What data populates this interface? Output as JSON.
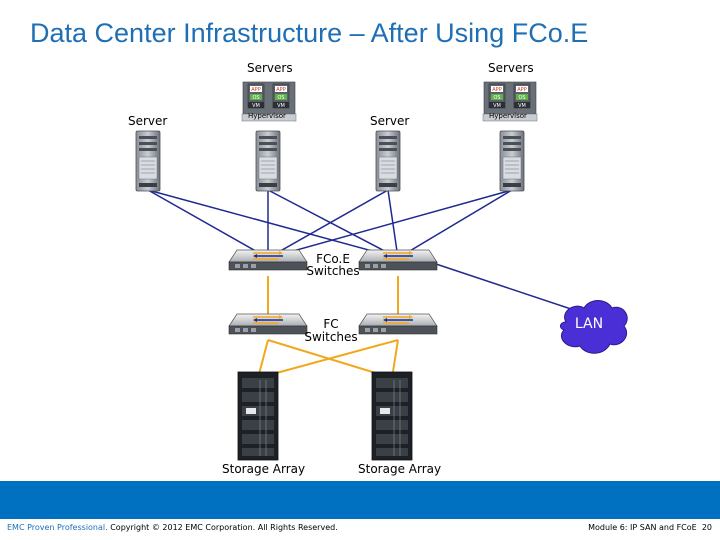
{
  "slide": {
    "title": "Data Center Infrastructure – After Using FCo.E"
  },
  "labels": {
    "servers_left": "Servers",
    "servers_right": "Servers",
    "server_left": "Server",
    "server_mid": "Server",
    "hypervisor": "Hypervisor",
    "fcoe_switches_line1": "FCo.E",
    "fcoe_switches_line2": "Switches",
    "fc_switches_line1": "FC",
    "fc_switches_line2": "Switches",
    "lan": "LAN",
    "storage_array_left": "Storage Array",
    "storage_array_right": "Storage Array",
    "app": "APP",
    "os": "OS",
    "vm": "VM"
  },
  "footer": {
    "brand": "EMC Proven Professional.",
    "copyright": " Copyright © 2012 EMC Corporation. All Rights Reserved.",
    "module": "Module 6: IP SAN and FCoE",
    "page": "20"
  },
  "colors": {
    "title": "#1f6fb5",
    "ethernet_link": "#1f2a8f",
    "fc_link": "#f2a81d",
    "lan_cloud": "#4b2fd6",
    "band": "#0070c0"
  }
}
